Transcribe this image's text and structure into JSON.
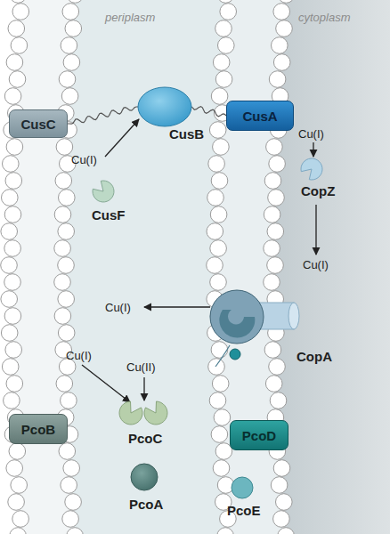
{
  "diagram": {
    "nodes": [
      {
        "text": [
          "CusC"
        ]
      },
      {
        "text": [
          "CusB"
        ]
      },
      {
        "text": [
          "CusA"
        ]
      },
      {
        "text": [
          "CusF"
        ]
      },
      {
        "text": [
          "CopZ"
        ]
      },
      {
        "text": [
          "CopA"
        ]
      },
      {
        "text": [
          "PcoC"
        ]
      },
      {
        "text": [
          "PcoB"
        ]
      },
      {
        "text": [
          "PcoD"
        ]
      },
      {
        "text": [
          "PcoA"
        ]
      },
      {
        "text": [
          "PcoE"
        ]
      }
    ],
    "edges": [
      {
        "from": 0,
        "to": 1,
        "arrow": "none"
      },
      {
        "from": 1,
        "to": 2,
        "arrow": "none"
      }
    ],
    "labels": [
      "periplasm",
      "cytoplasm",
      "Cu(I)",
      "Cu(I)",
      "Cu(I)",
      "Cu(I)",
      "Cu(I)",
      "Cu(II)"
    ]
  }
}
